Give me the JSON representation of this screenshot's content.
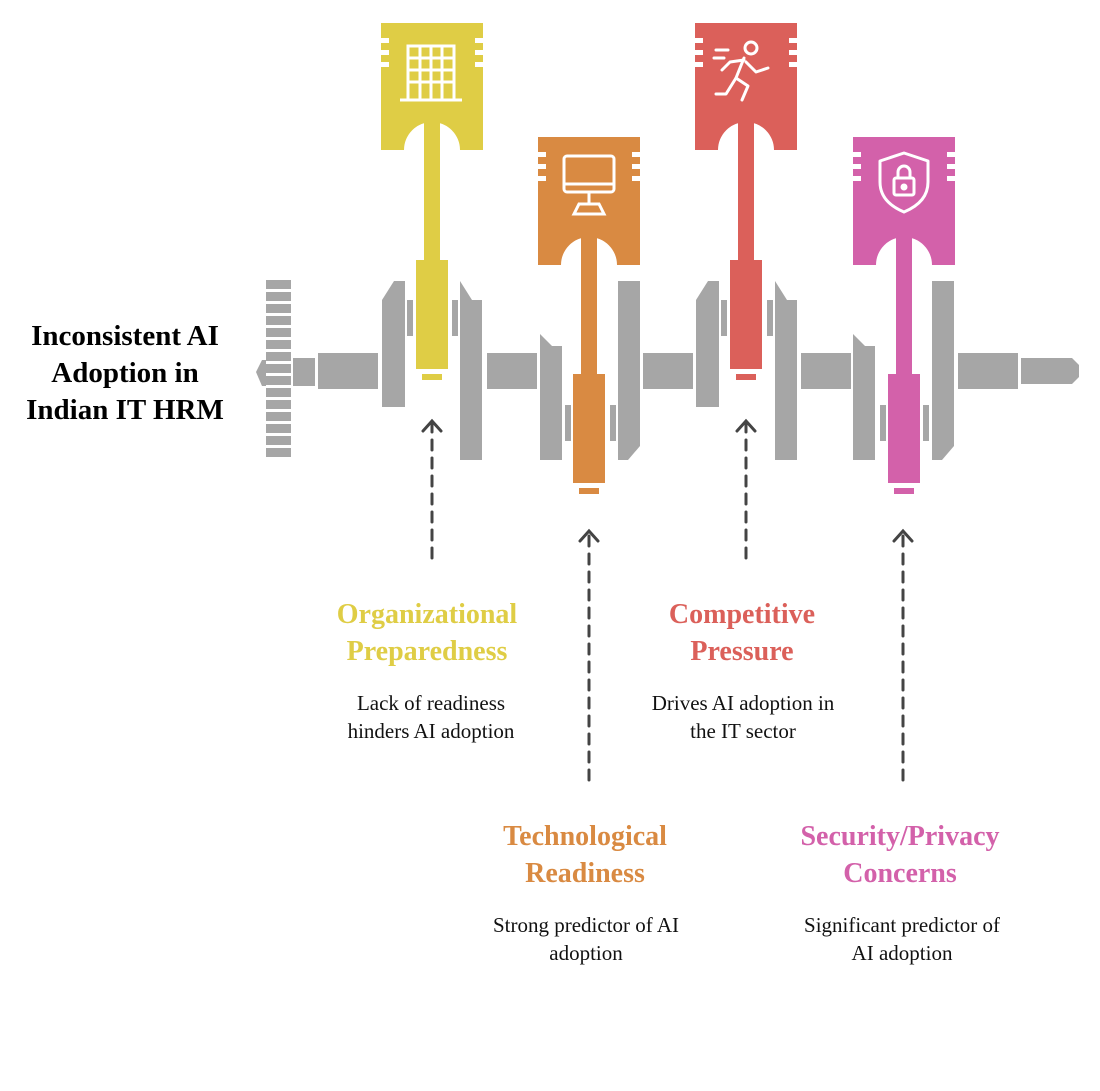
{
  "title": {
    "lines": [
      "Inconsistent AI",
      "Adoption in",
      "Indian IT HRM"
    ]
  },
  "factors": [
    {
      "id": "organizational",
      "title_lines": [
        "Organizational",
        "Preparedness"
      ],
      "desc_lines": [
        "Lack of readiness",
        "hinders AI adoption"
      ],
      "color": "#DFCD45",
      "icon": "building-icon"
    },
    {
      "id": "technological",
      "title_lines": [
        "Technological",
        "Readiness"
      ],
      "desc_lines": [
        "Strong predictor of AI",
        "adoption"
      ],
      "color": "#D98A42",
      "icon": "monitor-icon"
    },
    {
      "id": "competitive",
      "title_lines": [
        "Competitive",
        "Pressure"
      ],
      "desc_lines": [
        "Drives AI adoption in",
        "the IT sector"
      ],
      "color": "#DB605A",
      "icon": "running-person-icon"
    },
    {
      "id": "security",
      "title_lines": [
        "Security/Privacy",
        "Concerns"
      ],
      "desc_lines": [
        "Significant predictor of",
        "AI adoption"
      ],
      "color": "#D361AA",
      "icon": "shield-lock-icon"
    }
  ],
  "colors": {
    "crankshaft": "#A6A6A6",
    "arrow": "#444444"
  }
}
